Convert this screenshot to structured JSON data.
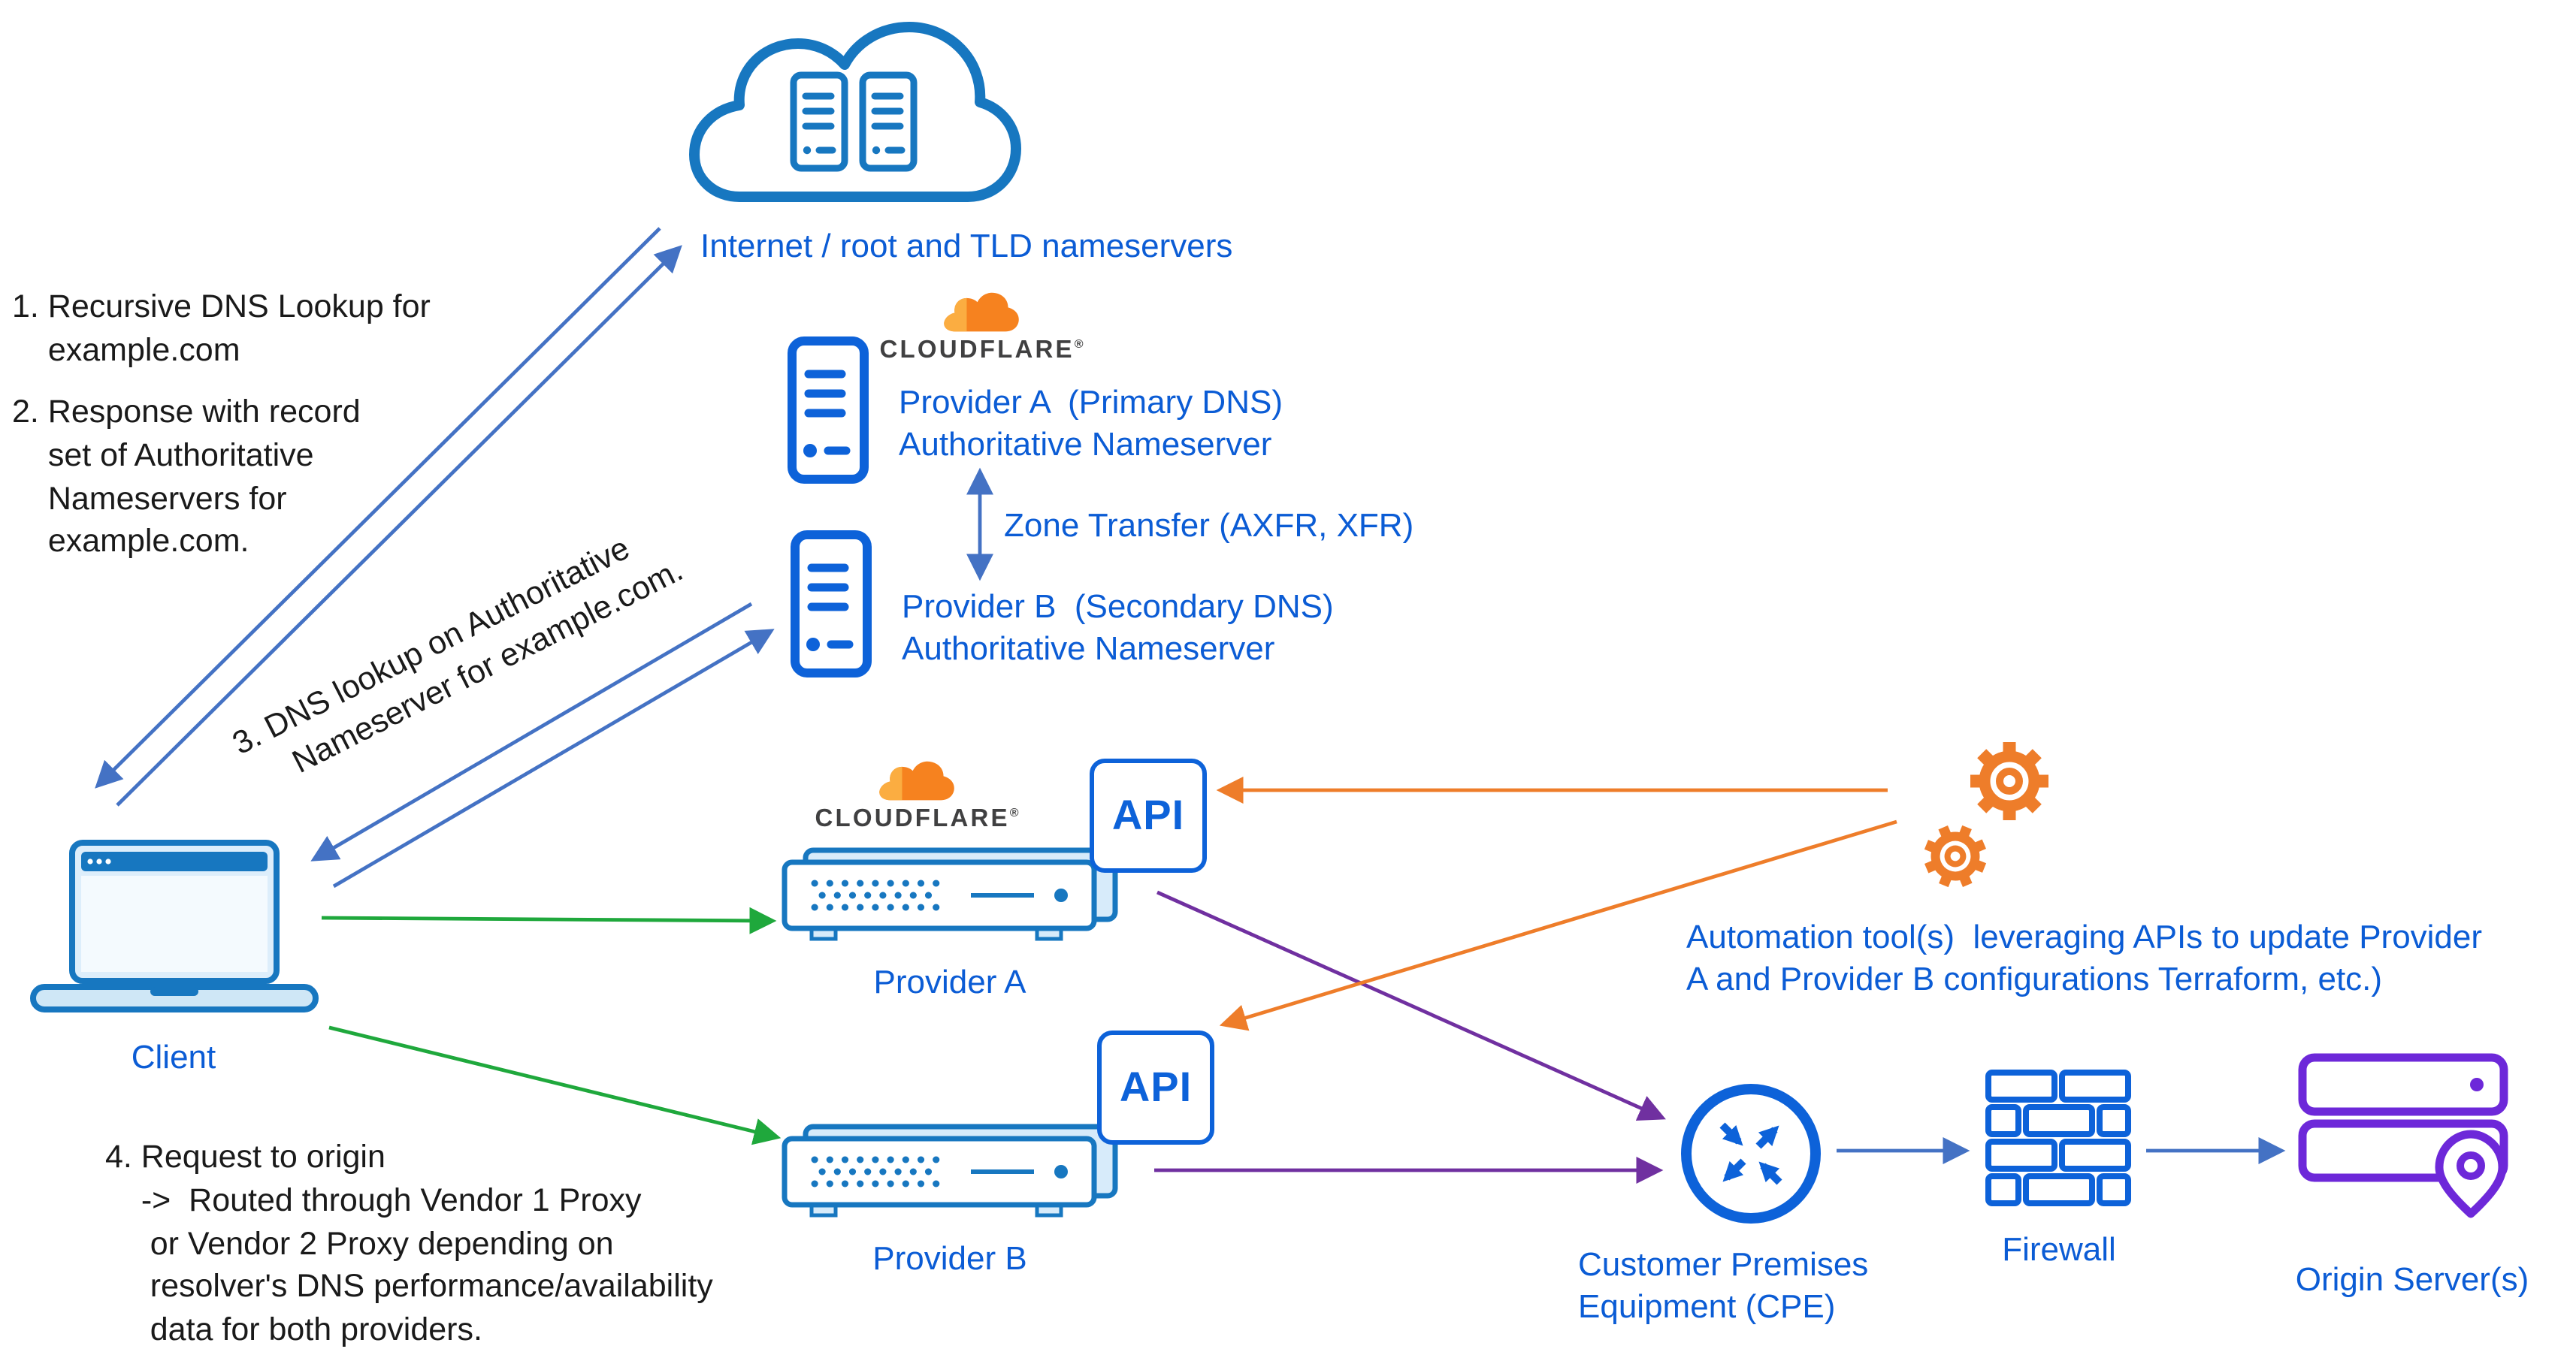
{
  "colors": {
    "icon_blue": "#0d62d9",
    "device_blue": "#1777c0",
    "label_blue": "#0b5cd5",
    "arrow_blue": "#4472c4",
    "arrow_green": "#1fa83c",
    "arrow_purple": "#7030a0",
    "arrow_orange": "#ee7d2a",
    "origin_purple": "#6d28d9",
    "cloudflare_orange": "#f6821f",
    "cloudflare_light_orange": "#fbad41",
    "note_black": "#1a1a1a"
  },
  "labels": {
    "internet": "Internet / root and TLD nameservers",
    "cloudflare_wordmark": "CLOUDFLARE",
    "cloudflare_reg": "®",
    "provider_a_ns": "Provider A  (Primary DNS)\nAuthoritative Nameserver",
    "zone_transfer": "Zone Transfer (AXFR, XFR)",
    "provider_b_ns": "Provider B  (Secondary DNS)\nAuthoritative Nameserver",
    "client": "Client",
    "provider_a": "Provider A",
    "provider_b": "Provider B",
    "api": "API",
    "automation": "Automation tool(s)  leveraging APIs to update Provider\nA and Provider B configurations Terraform, etc.)",
    "cpe": "Customer Premises\nEquipment (CPE)",
    "firewall": "Firewall",
    "origin": "Origin Server(s)"
  },
  "annotations": {
    "step1": "1. Recursive DNS Lookup for\n    example.com",
    "step2": "2. Response with record\n    set of Authoritative\n    Nameservers for\n    example.com.",
    "step3": "3. DNS lookup on Authoritative\n     Nameserver for example.com.",
    "step4": "4. Request to origin\n    ->  Routed through Vendor 1 Proxy\n     or Vendor 2 Proxy depending on\n     resolver's DNS performance/availability\n     data for both providers."
  },
  "icons": {
    "internet-cloud-icon": "cloud containing two server towers",
    "nameserver-icon": "server tower",
    "client-icon": "laptop",
    "appliance-icon": "rack server with status dots",
    "api-box": "rounded square labelled API",
    "automation-icon": "two gears",
    "cpe-icon": "circle with crossing in/out arrows",
    "firewall-icon": "brick wall",
    "origin-icon": "stacked servers with location pin",
    "cloudflare-logo": "orange cloud above wordmark"
  }
}
